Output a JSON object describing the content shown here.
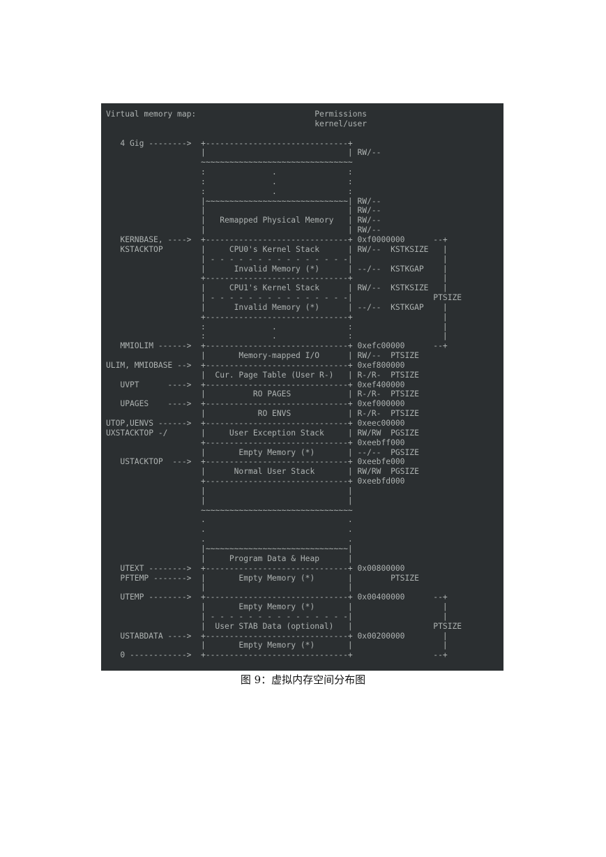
{
  "figure": {
    "lines": [
      "Virtual memory map:                         Permissions",
      "                                            kernel/user",
      "",
      "   4 Gig -------->  +------------------------------+",
      "                    |                              | RW/--",
      "                    ~~~~~~~~~~~~~~~~~~~~~~~~~~~~~~~~",
      "                    :              .               :",
      "                    :              .               :",
      "                    :              .               :",
      "                    |~~~~~~~~~~~~~~~~~~~~~~~~~~~~~~| RW/--",
      "                    |                              | RW/--",
      "                    |   Remapped Physical Memory   | RW/--",
      "                    |                              | RW/--",
      "   KERNBASE, ---->  +------------------------------+ 0xf0000000      --+",
      "   KSTACKTOP        |     CPU0's Kernel Stack      | RW/--  KSTKSIZE   |",
      "                    | - - - - - - - - - - - - - - -|                   |",
      "                    |      Invalid Memory (*)      | --/--  KSTKGAP    |",
      "                    +------------------------------+                   |",
      "                    |     CPU1's Kernel Stack      | RW/--  KSTKSIZE   |",
      "                    | - - - - - - - - - - - - - - -|                 PTSIZE",
      "                    |      Invalid Memory (*)      | --/--  KSTKGAP    |",
      "                    +------------------------------+                   |",
      "                    :              .               :                   |",
      "                    :              .               :                   |",
      "   MMIOLIM ------>  +------------------------------+ 0xefc00000      --+",
      "                    |       Memory-mapped I/O      | RW/--  PTSIZE",
      "ULIM, MMIOBASE -->  +------------------------------+ 0xef800000",
      "                    |  Cur. Page Table (User R-)   | R-/R-  PTSIZE",
      "   UVPT      ---->  +------------------------------+ 0xef400000",
      "                    |          RO PAGES            | R-/R-  PTSIZE",
      "   UPAGES    ---->  +------------------------------+ 0xef000000",
      "                    |           RO ENVS            | R-/R-  PTSIZE",
      "UTOP,UENVS ------>  +------------------------------+ 0xeec00000",
      "UXSTACKTOP -/       |     User Exception Stack     | RW/RW  PGSIZE",
      "                    +------------------------------+ 0xeebff000",
      "                    |       Empty Memory (*)       | --/--  PGSIZE",
      "   USTACKTOP  --->  +------------------------------+ 0xeebfe000",
      "                    |      Normal User Stack       | RW/RW  PGSIZE",
      "                    +------------------------------+ 0xeebfd000",
      "                    |                              |",
      "                    |                              |",
      "                    ~~~~~~~~~~~~~~~~~~~~~~~~~~~~~~~~",
      "                    .                              .",
      "                    .                              .",
      "                    .                              .",
      "                    |~~~~~~~~~~~~~~~~~~~~~~~~~~~~~~|",
      "                    |     Program Data & Heap      |",
      "   UTEXT -------->  +------------------------------+ 0x00800000",
      "   PFTEMP ------->  |       Empty Memory (*)       |        PTSIZE",
      "                    |                              |",
      "   UTEMP -------->  +------------------------------+ 0x00400000      --+",
      "                    |       Empty Memory (*)       |                   |",
      "                    | - - - - - - - - - - - - - - -|                   |",
      "                    |  User STAB Data (optional)   |                 PTSIZE",
      "   USTABDATA ---->  +------------------------------+ 0x00200000        |",
      "                    |       Empty Memory (*)       |                   |",
      "   0 ------------>  +------------------------------+                 --+"
    ]
  },
  "caption": "图 9：虚拟内存空间分布图"
}
